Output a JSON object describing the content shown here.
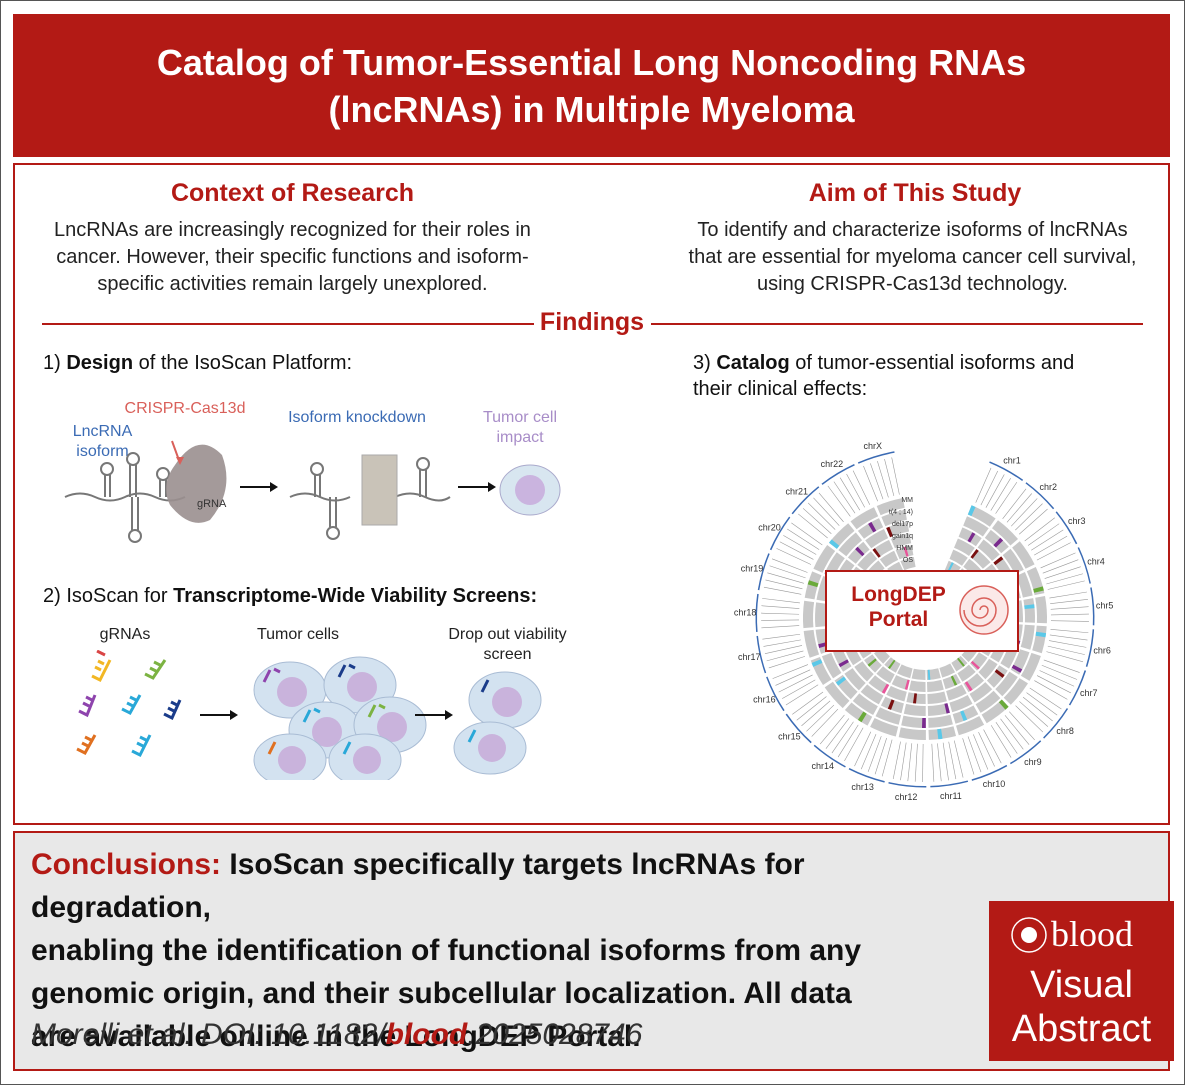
{
  "title": {
    "line1": "Catalog of Tumor-Essential Long Noncoding RNAs",
    "line2": "(lncRNAs) in Multiple Myeloma"
  },
  "context": {
    "heading": "Context of Research",
    "lines": [
      "LncRNAs are increasingly recognized for their roles in",
      "cancer. However, their specific functions and isoform-",
      "specific activities remain largely unexplored."
    ]
  },
  "aim": {
    "heading": "Aim of This Study",
    "lines": [
      "To identify and characterize isoforms of lncRNAs",
      "that are essential for myeloma cancer cell survival,",
      "using CRISPR-Cas13d technology."
    ]
  },
  "findings_label": "Findings",
  "step1": {
    "num": "1)",
    "bold": "Design",
    "rest": "of the IsoScan Platform:"
  },
  "design_labels": {
    "cas": "CRISPR-Cas13d",
    "lnc1": "LncRNA",
    "lnc2": "isoform",
    "grna": "gRNA",
    "knock": "Isoform knockdown",
    "impact1": "Tumor cell",
    "impact2": "impact"
  },
  "step2": {
    "num": "2)",
    "pre": "IsoScan for",
    "bold": "Transcriptome-Wide Viability Screens:"
  },
  "screen_labels": {
    "grnas": "gRNAs",
    "tumor": "Tumor cells",
    "drop1": "Drop out viability",
    "drop2": "screen"
  },
  "step3": {
    "num": "3)",
    "bold": "Catalog",
    "rest": "of tumor-essential isoforms and",
    "line2": "their clinical effects:"
  },
  "circos": {
    "track_labels": [
      "MM",
      "t(4 ; 14)",
      "del17p",
      "gain1q",
      "HMM",
      "OS"
    ],
    "chromosomes": [
      "chr1",
      "chr2",
      "chr3",
      "chr4",
      "chr5",
      "chr6",
      "chr7",
      "chr8",
      "chr9",
      "chr10",
      "chr11",
      "chr12",
      "chr13",
      "chr14",
      "chr15",
      "chr16",
      "chr17",
      "chr18",
      "chr19",
      "chr20",
      "chr21",
      "chr22",
      "chrX"
    ],
    "portal1": "LongDEP",
    "portal2": "Portal"
  },
  "conclusions": {
    "label": "Conclusions:",
    "text1": "IsoScan specifically targets lncRNAs for degradation,",
    "text2": "enabling the identification of functional isoforms from any",
    "text3": "genomic origin, and their subcellular localization. All data",
    "text4": "are available online in the LongDEP Portal."
  },
  "citation": {
    "pre": "Morelli et al. DOI: 10.1182/",
    "bold": "blood",
    "post": ".2025028746"
  },
  "brand": {
    "word": "blood",
    "line1": "Visual",
    "line2": "Abstract"
  },
  "colors": {
    "accent": "#b31a15",
    "blue": "#3b6bb4",
    "salmon": "#d9605a",
    "lavender": "#a88dc8"
  }
}
